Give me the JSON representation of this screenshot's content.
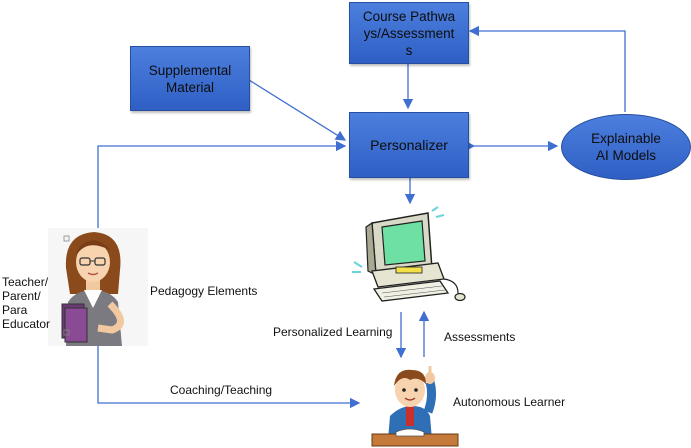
{
  "nodes": {
    "course": "Course Pathways/Assessments",
    "supplemental": "Supplemental Material",
    "personalizer": "Personalizer",
    "explainable": "Explainable AI Models"
  },
  "labels": {
    "teacher": "Teacher/ Parent/ Para Educator",
    "pedagogy": "Pedagogy Elements",
    "personalized_learning": "Personalized Learning",
    "assessments": "Assessments",
    "coaching": "Coaching/Teaching",
    "learner": "Autonomous Learner"
  },
  "colors": {
    "box_fill": "#3a6bd1",
    "arrow": "#3f6fd0"
  },
  "icons": {
    "teacher": "teacher-illustration",
    "computer": "computer-illustration",
    "learner": "student-illustration"
  }
}
